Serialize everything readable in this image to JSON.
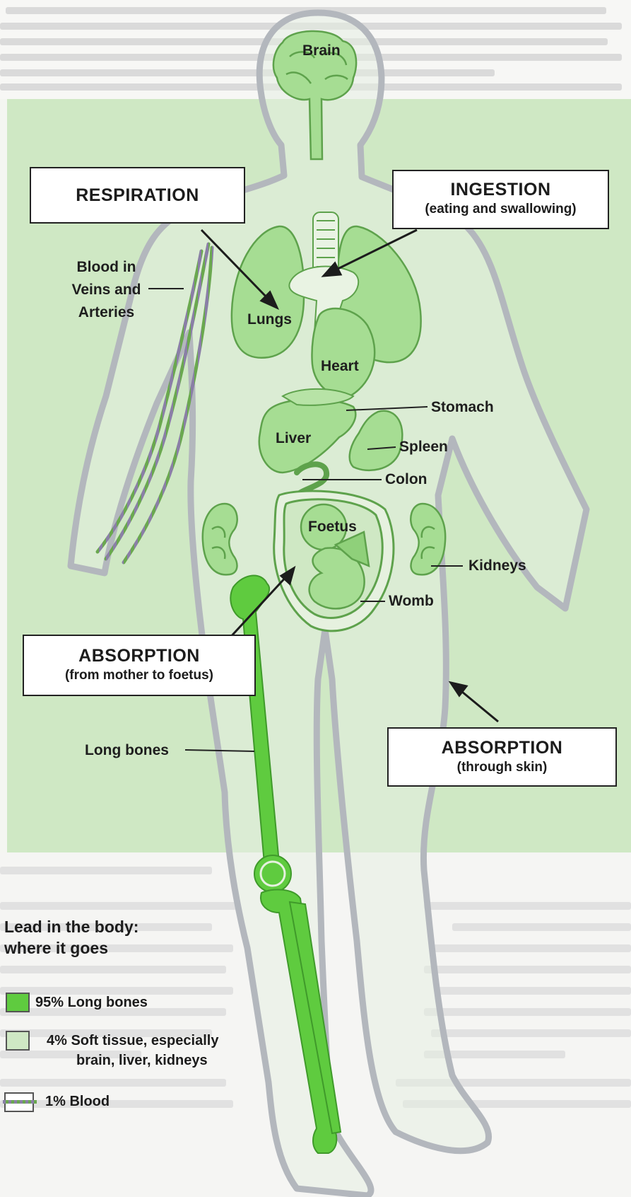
{
  "colors": {
    "panel": "#cfe8c4",
    "organ_fill": "#a6dd93",
    "organ_stroke": "#5ea24c",
    "bone": "#5fcb3f",
    "outline": "#b3b7bd",
    "blood_stripe_a": "#6aa84f",
    "blood_stripe_b": "#8a7fa6"
  },
  "callouts": {
    "respiration": {
      "title": "RESPIRATION"
    },
    "ingestion": {
      "title": "INGESTION",
      "sub": "(eating and swallowing)"
    },
    "absorption_foetus": {
      "title": "ABSORPTION",
      "sub": "(from mother to foetus)"
    },
    "absorption_skin": {
      "title": "ABSORPTION",
      "sub": "(through skin)"
    }
  },
  "labels": {
    "brain": "Brain",
    "blood_line1": "Blood in",
    "blood_line2": "Veins and",
    "blood_line3": "Arteries",
    "lungs": "Lungs",
    "heart": "Heart",
    "stomach": "Stomach",
    "liver": "Liver",
    "spleen": "Spleen",
    "colon": "Colon",
    "foetus": "Foetus",
    "kidneys": "Kidneys",
    "womb": "Womb",
    "long_bones": "Long bones"
  },
  "legend": {
    "title_line1": "Lead in the body:",
    "title_line2": "where it goes",
    "items": [
      {
        "label": "95% Long bones",
        "value": 95,
        "swatch": "long-bones"
      },
      {
        "label_line1": "4% Soft tissue, especially",
        "label_line2": "brain, liver, kidneys",
        "value": 4,
        "swatch": "soft-tissue"
      },
      {
        "label": "1% Blood",
        "value": 1,
        "swatch": "blood"
      }
    ]
  }
}
